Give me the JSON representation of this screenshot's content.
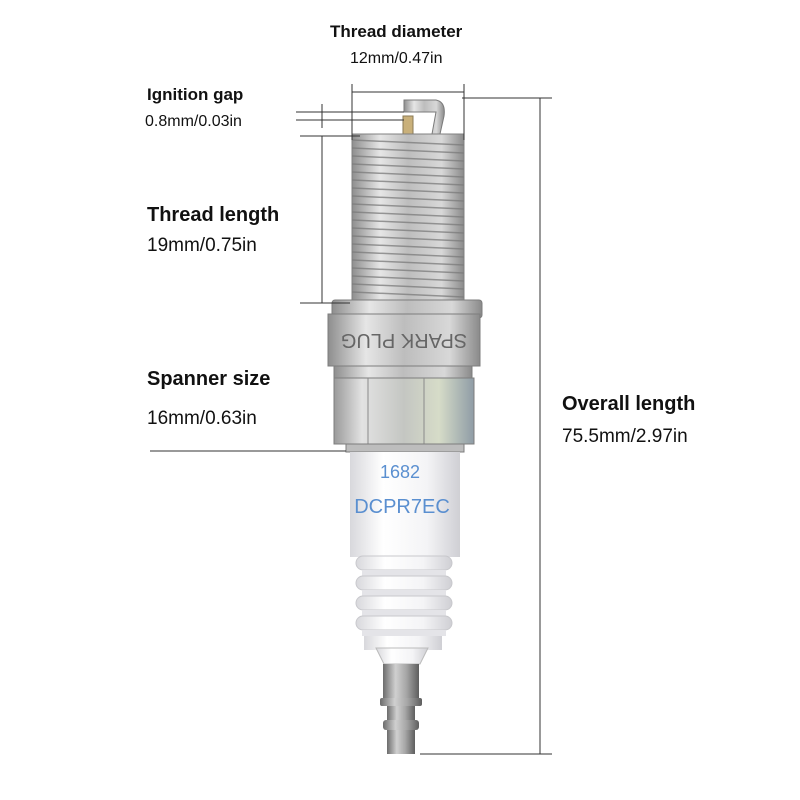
{
  "dimensions": {
    "thread_diameter": {
      "title": "Thread diameter",
      "value": "12mm/0.47in"
    },
    "ignition_gap": {
      "title": "Ignition gap",
      "value": "0.8mm/0.03in"
    },
    "thread_length": {
      "title": "Thread length",
      "value": "19mm/0.75in"
    },
    "spanner_size": {
      "title": "Spanner size",
      "value": "16mm/0.63in"
    },
    "overall_length": {
      "title": "Overall length",
      "value": "75.5mm/2.97in"
    }
  },
  "plug_markings": {
    "hex_text": "SPARK PLUG",
    "code_number": "1682",
    "model_code": "DCPR7EC"
  },
  "colors": {
    "metal": "#b8b8b8",
    "insulator": "#f2f2f4",
    "marking": "#5a8fd0",
    "dim_line": "#333333"
  }
}
